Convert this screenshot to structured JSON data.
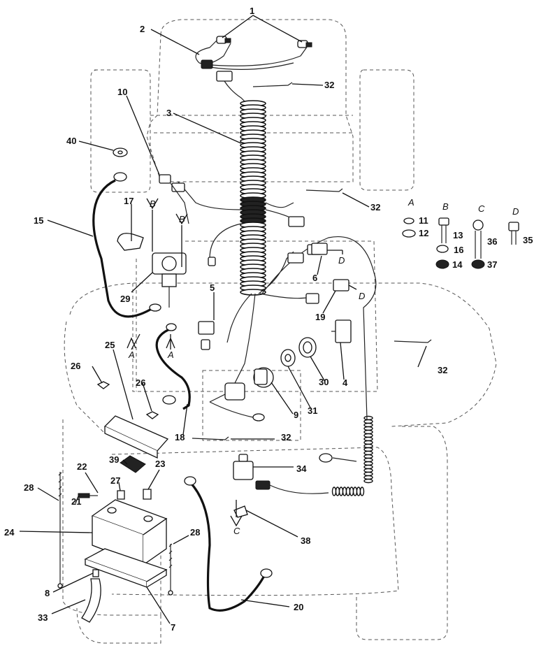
{
  "callouts": {
    "n1": "1",
    "n2": "2",
    "n3": "3",
    "n4": "4",
    "n5": "5",
    "n6": "6",
    "n7": "7",
    "n8": "8",
    "n9": "9",
    "n10": "10",
    "n11": "11",
    "n12": "12",
    "n13": "13",
    "n14": "14",
    "n15": "15",
    "n16": "16",
    "n17": "17",
    "n18": "18",
    "n19": "19",
    "n20": "20",
    "n21": "21",
    "n22": "22",
    "n23": "23",
    "n24": "24",
    "n25": "25",
    "n26a": "26",
    "n26b": "26",
    "n27": "27",
    "n28a": "28",
    "n28b": "28",
    "n29": "29",
    "n30": "30",
    "n31": "31",
    "n32a": "32",
    "n32b": "32",
    "n32c": "32",
    "n32d": "32",
    "n33": "33",
    "n34": "34",
    "n35": "35",
    "n36": "36",
    "n37": "37",
    "n38": "38",
    "n39": "39",
    "n40": "40"
  },
  "letters": {
    "A_hdr": "A",
    "B_hdr": "B",
    "C_hdr": "C",
    "D_hdr": "D",
    "A1": "A",
    "A2": "A",
    "B1": "B",
    "B2": "B",
    "C1": "C",
    "D1": "D",
    "D2": "D"
  }
}
